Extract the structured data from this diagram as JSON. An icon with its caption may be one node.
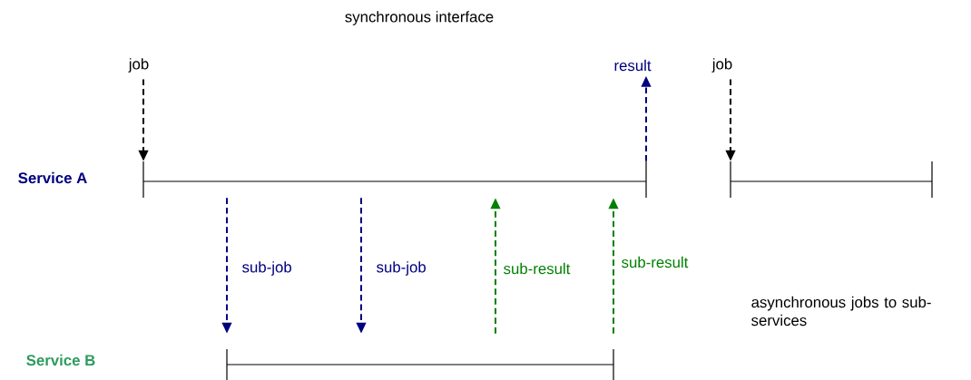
{
  "diagram": {
    "title": "synchronous interface",
    "nodes": [
      {
        "text": [
          "job"
        ]
      },
      {
        "text": [],
        "shape": "bar"
      },
      {
        "text": [
          "result"
        ]
      },
      {
        "text": [
          "job"
        ]
      },
      {
        "text": [],
        "shape": "bar"
      },
      {
        "text": [],
        "shape": "bar"
      }
    ],
    "edges": [
      {
        "from": 0,
        "to": 1,
        "arrow": "to",
        "style": "dashed",
        "color": "#000000"
      },
      {
        "from": 1,
        "to": 2,
        "arrow": "to",
        "style": "dashed",
        "color": "#000080"
      },
      {
        "from": 3,
        "to": 4,
        "arrow": "to",
        "style": "dashed",
        "color": "#000000"
      },
      {
        "from": 1,
        "to": 5,
        "arrow": "to",
        "label": "sub-job",
        "style": "dashed",
        "color": "#000080"
      },
      {
        "from": 1,
        "to": 5,
        "arrow": "to",
        "label": "sub-job",
        "style": "dashed",
        "color": "#000080"
      },
      {
        "from": 5,
        "to": 1,
        "arrow": "to",
        "label": "sub-result",
        "style": "dashed",
        "color": "#008000"
      },
      {
        "from": 5,
        "to": 1,
        "arrow": "to",
        "label": "sub-result",
        "style": "dashed",
        "color": "#008000"
      }
    ],
    "labels": [
      "Service A",
      "Service B",
      "asynchronous jobs to sub-services"
    ]
  }
}
